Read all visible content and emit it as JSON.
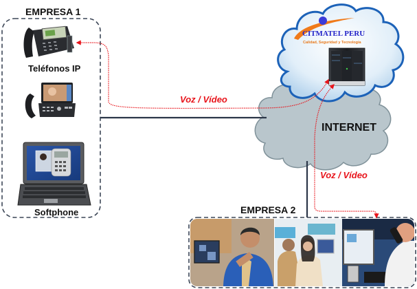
{
  "diagram": {
    "company1": {
      "title": "EMPRESA 1",
      "devices": [
        {
          "name": "ip-desk-phone",
          "label": "Teléfonos IP"
        },
        {
          "name": "ip-video-phone",
          "label": ""
        },
        {
          "name": "softphone-laptop",
          "label": "Softphone"
        }
      ]
    },
    "company2": {
      "title": "EMPRESA 2",
      "photos": [
        "man-on-phone-at-video-call",
        "call-center-agents",
        "man-on-phone-at-computer"
      ]
    },
    "internet": {
      "label": "INTERNET"
    },
    "provider": {
      "name": "CITMATEL PERU",
      "tagline": "Calidad, Seguridad y Tecnología",
      "icon": "server-rack-icon"
    },
    "flows": [
      {
        "label": "Voz / Vídeo",
        "from": "EMPRESA 1",
        "to": "CITMATEL PERU"
      },
      {
        "label": "Voz / Vídeo",
        "from": "CITMATEL PERU",
        "to": "EMPRESA 2"
      }
    ],
    "colors": {
      "flow": "#e8141b",
      "link": "#2b3648",
      "internet_cloud": "#b9c6cc",
      "provider_cloud": "#d9ebf7",
      "provider_cloud_border": "#1c62b8",
      "brand": "#2323c8",
      "tagline": "#e87a1c"
    }
  }
}
